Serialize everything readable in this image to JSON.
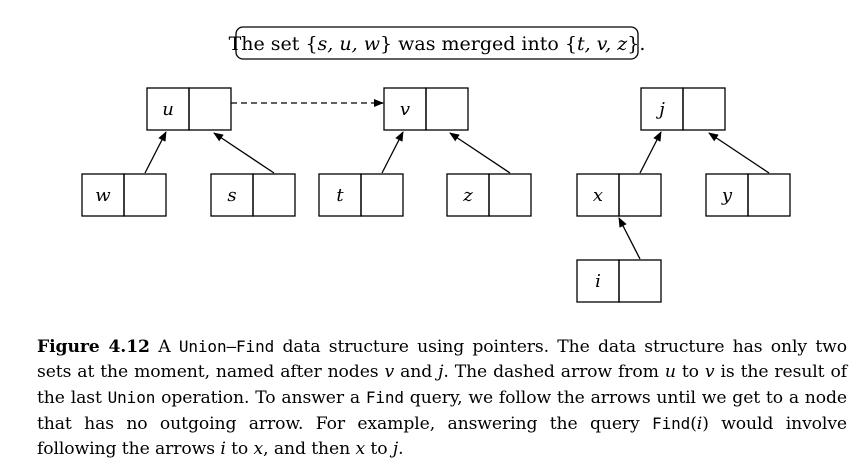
{
  "callout": {
    "prefix": "The set {",
    "vars1": "s, u, w",
    "middle": "} was merged into {",
    "vars2": "t, v, z",
    "suffix": "}."
  },
  "nodes": {
    "u": "u",
    "v": "v",
    "j": "j",
    "w": "w",
    "s": "s",
    "t": "t",
    "z": "z",
    "x": "x",
    "y": "y",
    "i": "i"
  },
  "caption": {
    "figure_label": "Figure 4.12",
    "p1": " A ",
    "code_union_find": "Union–Find",
    "p2": " data structure using pointers. The data structure has only two sets at the moment, named after nodes ",
    "v1": "v",
    "p3": " and ",
    "j1": "j",
    "p4": ". The dashed arrow from ",
    "u1": "u",
    "p5": " to ",
    "v2": "v",
    "p6": " is the result of the last ",
    "code_union": "Union",
    "p7": " operation. To answer a ",
    "code_find": "Find",
    "p8": " query, we follow the arrows until we get to a node that has no outgoing arrow. For example, answering the query ",
    "code_find2": "Find",
    "p9": "(",
    "i1": "i",
    "p10": ") would involve following the arrows ",
    "i2": "i",
    "p11": " to ",
    "x1": "x",
    "p12": ", and then ",
    "x2": "x",
    "p13": " to ",
    "j2": "j",
    "p14": "."
  }
}
